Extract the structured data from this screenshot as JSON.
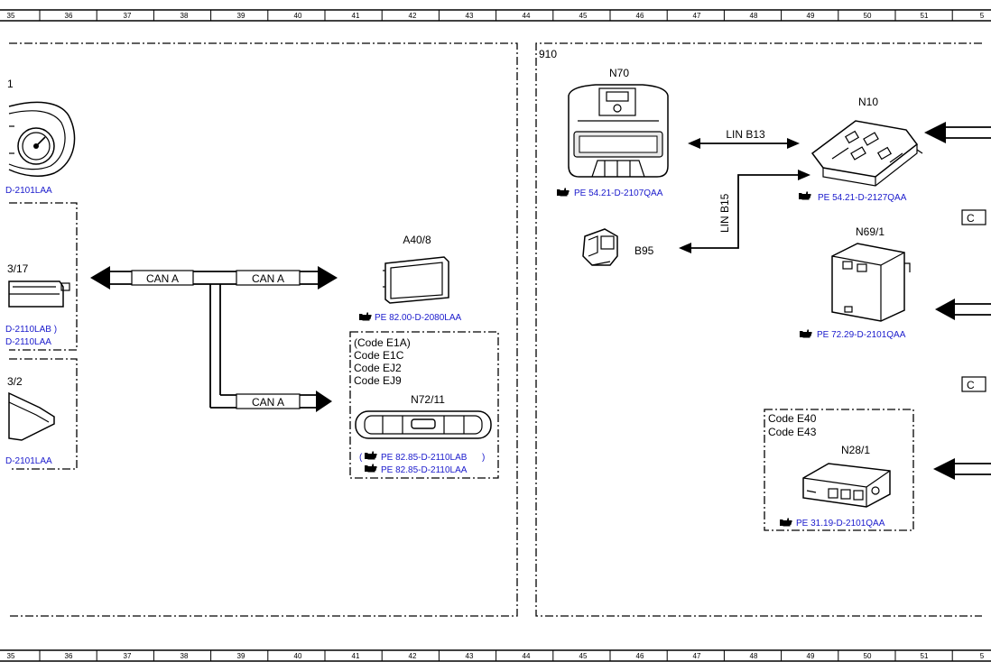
{
  "ruler": {
    "top": [
      "35",
      "36",
      "37",
      "38",
      "39",
      "40",
      "41",
      "42",
      "43",
      "44",
      "45",
      "46",
      "47",
      "48",
      "49",
      "50",
      "51",
      "5"
    ],
    "bottom": [
      "35",
      "36",
      "37",
      "38",
      "39",
      "40",
      "41",
      "42",
      "43",
      "44",
      "45",
      "46",
      "47",
      "48",
      "49",
      "50",
      "51",
      "5"
    ]
  },
  "left": {
    "cluster_partial_label": "1",
    "cluster_ref": "D-2101LAA",
    "box1_label": "3/17",
    "box1_ref_a": "D-2110LAB )",
    "box1_ref_b": "D-2110LAA",
    "box2_label": "3/2",
    "box2_ref": "D-2101LAA"
  },
  "can": {
    "bus1": "CAN A",
    "bus2": "CAN A",
    "bus3": "CAN A"
  },
  "a40": {
    "label": "A40/8",
    "ref": "PE 82.00-D-2080LAA"
  },
  "n72": {
    "codes": [
      "(Code E1A)",
      "Code E1C",
      "Code EJ2",
      "Code EJ9"
    ],
    "label": "N72/11",
    "ref_open": "(",
    "ref_a": "PE 82.85-D-2110LAB",
    "ref_close": ")",
    "ref_b": "PE 82.85-D-2110LAA"
  },
  "right": {
    "section_label": "910",
    "n70_label": "N70",
    "n70_ref": "PE 54.21-D-2107QAA",
    "lin13": "LIN B13",
    "lin15": "LIN B15",
    "b95_label": "B95",
    "n10_label": "N10",
    "n10_ref": "PE 54.21-D-2127QAA",
    "n69_label": "N69/1",
    "n69_ref": "PE 72.29-D-2101QAA",
    "n28_codes": [
      "Code E40",
      "Code E43"
    ],
    "n28_label": "N28/1",
    "n28_ref": "PE 31.19-D-2101QAA",
    "edge_box1": "C",
    "edge_box2": "C"
  }
}
